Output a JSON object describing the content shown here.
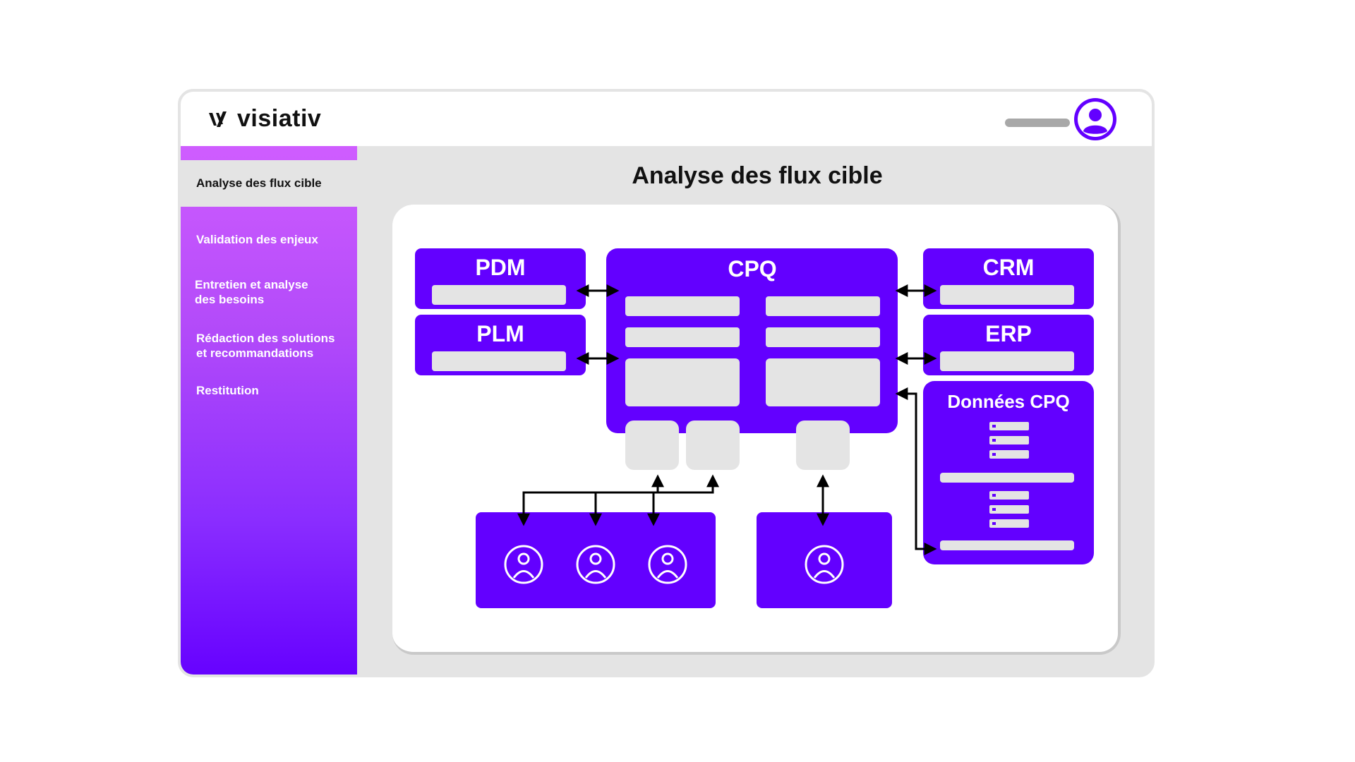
{
  "app": {
    "logo_text": "visiativ"
  },
  "sidebar": {
    "items": [
      {
        "label": "Analyse des flux cible",
        "active": true
      },
      {
        "label": "Validation des enjeux"
      },
      {
        "label": "Entretien et analyse",
        "label2": "des besoins"
      },
      {
        "label": "Rédaction des solutions",
        "label2": "et recommandations"
      },
      {
        "label": "Restitution"
      }
    ]
  },
  "main": {
    "title": "Analyse des flux cible"
  },
  "diagram": {
    "nodes": {
      "pdm": "PDM",
      "plm": "PLM",
      "cpq": "CPQ",
      "crm": "CRM",
      "erp": "ERP",
      "donnees_cpq": "Données CPQ"
    }
  },
  "colors": {
    "accent": "#6300ff",
    "gradient_top": "#cf5dff",
    "placeholder": "#e4e4e4",
    "arrow": "#000000"
  }
}
